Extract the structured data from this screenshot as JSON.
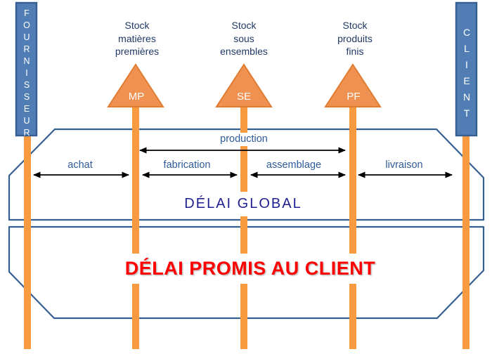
{
  "palette": {
    "orange_bar": "#F89B40",
    "orange_triangle_fill": "#EF9150",
    "orange_triangle_border": "#E07D33",
    "actor_bar_fill": "#4F7DB4",
    "actor_bar_border": "#365F91",
    "outline_blue": "#365F91",
    "phase_label_blue": "#2E5B97",
    "stock_label_navy": "#1F3864",
    "delai_global_color": "#1F1F8F",
    "delai_promis_color": "#FF0000",
    "arrow_black": "#000000"
  },
  "actors": {
    "supplier": "FOURNISSEUR",
    "customer": "CLIENT"
  },
  "stocks": [
    {
      "lines": [
        "Stock",
        "matières",
        "premières"
      ],
      "tag": "MP"
    },
    {
      "lines": [
        "Stock",
        "sous",
        "ensembles"
      ],
      "tag": "SE"
    },
    {
      "lines": [
        "Stock",
        "produits",
        "finis"
      ],
      "tag": "PF"
    }
  ],
  "phases": {
    "production": "production",
    "achat": "achat",
    "fabrication": "fabrication",
    "assemblage": "assemblage",
    "livraison": "livraison"
  },
  "banners": {
    "delai_global": "DÉLAI GLOBAL",
    "delai_promis": "DÉLAI PROMIS AU CLIENT"
  }
}
